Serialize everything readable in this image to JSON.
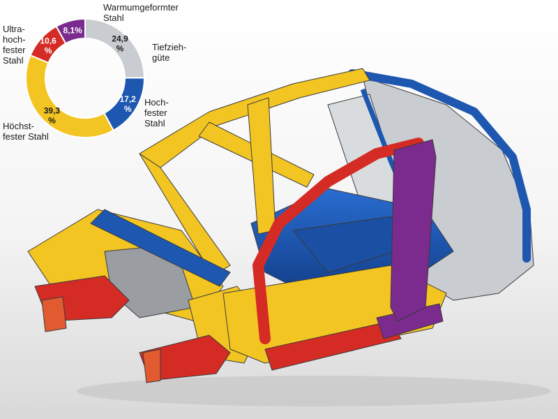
{
  "chart_data": {
    "type": "pie",
    "variant": "donut",
    "unit": "%",
    "series": [
      {
        "values": [
          {
            "name": "Tiefziehgüte",
            "label_lines": [
              "Tiefzieh-",
              "güte"
            ],
            "value_text": "24,9",
            "value": 24.9,
            "color": "#c9cdd1",
            "text_color": "#1a1a1a"
          },
          {
            "name": "Hochfester Stahl",
            "label_lines": [
              "Hoch-",
              "fester",
              "Stahl"
            ],
            "value_text": "17,2",
            "value": 17.2,
            "color": "#1d57b0",
            "text_color": "#ffffff"
          },
          {
            "name": "Höchstfester Stahl",
            "label_lines": [
              "Höchst-",
              "fester Stahl"
            ],
            "value_text": "39,3",
            "value": 39.3,
            "color": "#f3c523",
            "text_color": "#1a1a1a"
          },
          {
            "name": "Ultrahochfester Stahl",
            "label_lines": [
              "Ultra-",
              "hoch-",
              "fester",
              "Stahl"
            ],
            "value_text": "10,6",
            "value": 10.6,
            "color": "#d42b25",
            "text_color": "#ffffff"
          },
          {
            "name": "Warmumgeformter Stahl",
            "label_lines": [
              "Warmumgeformter",
              "Stahl"
            ],
            "value_text": "8,1",
            "value": 8.1,
            "color": "#7b2a8e",
            "text_color": "#ffffff"
          }
        ]
      }
    ],
    "legend": "none",
    "grid": false
  },
  "illustration": {
    "subject": "car body-in-white",
    "colors": {
      "mild_steel": "#c9cdd1",
      "high_strength": "#1d57b0",
      "very_high_strength": "#f3c523",
      "ultra_high_strength": "#d42b25",
      "hot_formed": "#7b2a8e"
    }
  }
}
